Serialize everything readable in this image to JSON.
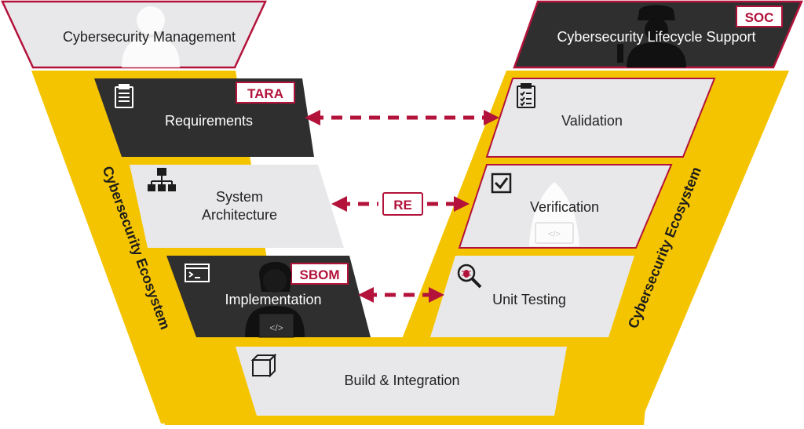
{
  "colors": {
    "accent": "#b3133b",
    "yellow": "#f5c400",
    "dark": "#2f2f2f",
    "light": "#e8e8ea",
    "white": "#ffffff",
    "icon": "#1c1c1c"
  },
  "management": {
    "label": "Cybersecurity Management"
  },
  "lifecycle": {
    "label": "Cybersecurity Lifecycle Support",
    "badge": "SOC"
  },
  "ecosystem": {
    "left_label": "Cybersecurity Ecosystem",
    "right_label": "Cybersecurity Ecosystem"
  },
  "left_boxes": {
    "requirements": {
      "label": "Requirements",
      "badge": "TARA",
      "icon": "clipboard-icon"
    },
    "architecture": {
      "line1": "System",
      "line2": "Architecture",
      "icon": "hierarchy-icon"
    },
    "implementation": {
      "label": "Implementation",
      "badge": "SBOM",
      "icon": "terminal-icon"
    }
  },
  "right_boxes": {
    "validation": {
      "label": "Validation",
      "icon": "checklist-icon"
    },
    "verification": {
      "label": "Verification",
      "icon": "checkbox-icon"
    },
    "unit_testing": {
      "label": "Unit Testing",
      "icon": "bug-search-icon"
    }
  },
  "bottom": {
    "label": "Build & Integration",
    "icon": "cube-icon"
  },
  "connectors": {
    "middle_label": "RE"
  }
}
